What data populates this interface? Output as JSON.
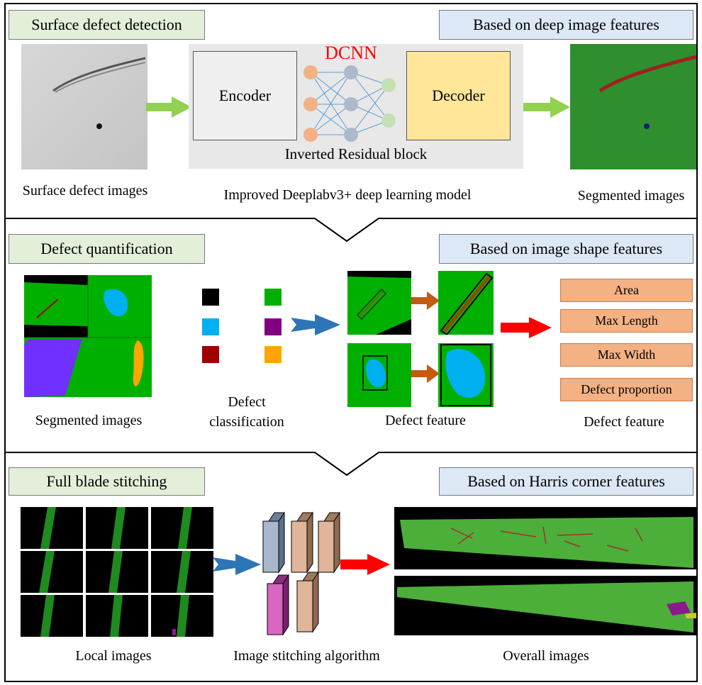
{
  "section1": {
    "tag_left": "Surface defect detection",
    "tag_right": "Based on deep image features",
    "model_title": "DCNN",
    "encoder": "Encoder",
    "decoder": "Decoder",
    "block_label": "Inverted Residual block",
    "caption_input": "Surface defect images",
    "caption_model": "Improved Deeplabv3+ deep learning model",
    "caption_output": "Segmented images"
  },
  "section2": {
    "tag_left": "Defect quantification",
    "tag_right": "Based on image shape features",
    "caption_segmented": "Segmented images",
    "caption_class_line1": "Defect",
    "caption_class_line2": "classification",
    "caption_feature_img": "Defect feature",
    "features": [
      "Area",
      "Max Length",
      "Max Width",
      "Defect proportion"
    ],
    "caption_feature_list": "Defect feature",
    "class_colors": [
      "#000000",
      "#00b000",
      "#00b0f0",
      "#800080",
      "#a00000",
      "#ffa500"
    ]
  },
  "section3": {
    "tag_left": "Full blade stitching",
    "tag_right": "Based on Harris corner features",
    "caption_local": "Local images",
    "caption_algo": "Image stitching algorithm",
    "caption_overall": "Overall images"
  },
  "colors": {
    "green_tag": "#e3efd9",
    "blue_tag": "#dce8f5",
    "segment_green": "#00b000",
    "dcnn_red": "#ff0000",
    "feature_orange": "#f4b183"
  }
}
